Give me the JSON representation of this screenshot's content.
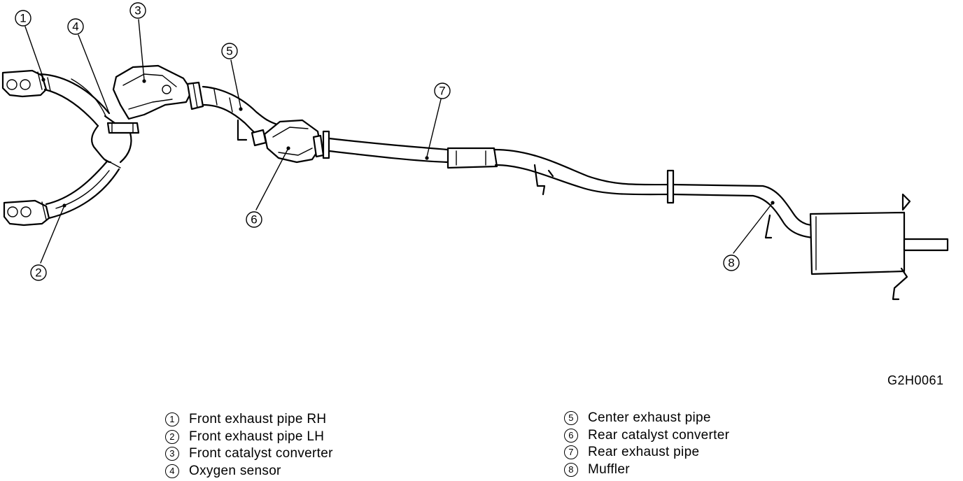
{
  "figure_code": "G2H0061",
  "callouts": [
    "1",
    "2",
    "3",
    "4",
    "5",
    "6",
    "7",
    "8"
  ],
  "legend": {
    "left": [
      {
        "num": "1",
        "label": "Front exhaust pipe RH"
      },
      {
        "num": "2",
        "label": "Front exhaust pipe LH"
      },
      {
        "num": "3",
        "label": "Front catalyst converter"
      },
      {
        "num": "4",
        "label": "Oxygen sensor"
      }
    ],
    "right": [
      {
        "num": "5",
        "label": "Center exhaust pipe"
      },
      {
        "num": "6",
        "label": "Rear catalyst converter"
      },
      {
        "num": "7",
        "label": "Rear exhaust pipe"
      },
      {
        "num": "8",
        "label": "Muffler"
      }
    ]
  }
}
